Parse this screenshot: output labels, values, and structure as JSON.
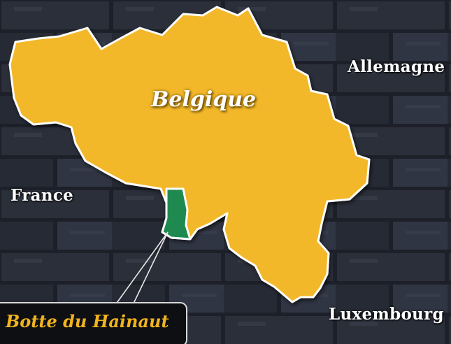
{
  "map": {
    "title": "Belgique",
    "neighbors": {
      "germany": "Allemagne",
      "france": "France",
      "luxembourg": "Luxembourg"
    },
    "callout": "Botte du Hainaut",
    "colors": {
      "belgium": "#f2b82a",
      "highlight": "#1f8a4f",
      "border": "#ffffff",
      "callout_text": "#f0b41e",
      "background": "#14161c"
    }
  }
}
